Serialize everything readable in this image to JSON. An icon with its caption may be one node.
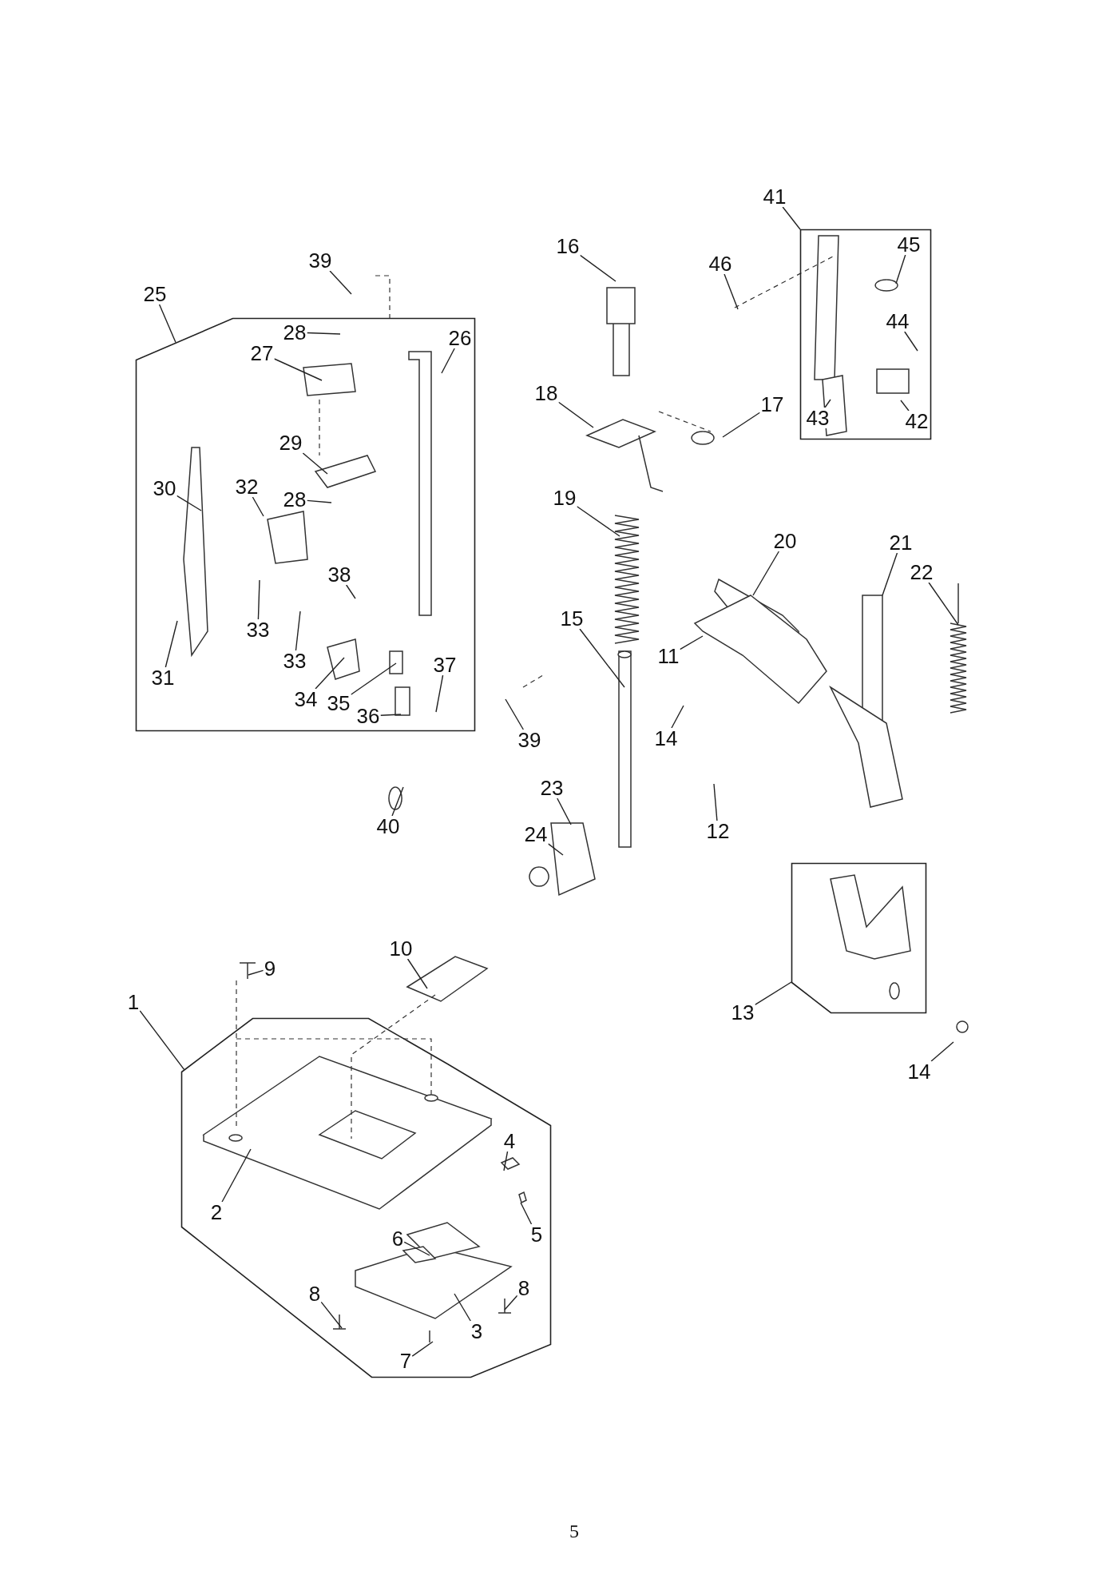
{
  "diagram": {
    "nodes": [
      {
        "text": [
          "41"
        ]
      },
      {
        "text": [
          "16"
        ]
      },
      {
        "text": [
          "39"
        ]
      },
      {
        "text": [
          "46"
        ]
      },
      {
        "text": [],
        "shape": "box"
      },
      {
        "text": [
          "45"
        ],
        "in": 4
      },
      {
        "text": [
          "44"
        ],
        "in": 4
      },
      {
        "text": [
          "43"
        ],
        "in": 4
      },
      {
        "text": [
          "42"
        ],
        "in": 4
      },
      {
        "text": [
          "25"
        ]
      },
      {
        "text": [],
        "shape": "box"
      },
      {
        "text": [
          "28"
        ],
        "in": 10
      },
      {
        "text": [
          "26"
        ],
        "in": 10
      },
      {
        "text": [
          "27"
        ],
        "in": 10
      },
      {
        "text": [
          "29"
        ],
        "in": 10
      },
      {
        "text": [
          "30"
        ],
        "in": 10
      },
      {
        "text": [
          "32"
        ],
        "in": 10
      },
      {
        "text": [
          "28"
        ],
        "in": 10
      },
      {
        "text": [
          "38"
        ],
        "in": 10
      },
      {
        "text": [
          "33"
        ],
        "in": 10
      },
      {
        "text": [
          "33"
        ],
        "in": 10
      },
      {
        "text": [
          "31"
        ],
        "in": 10
      },
      {
        "text": [
          "34"
        ],
        "in": 10
      },
      {
        "text": [
          "35"
        ],
        "in": 10
      },
      {
        "text": [
          "36"
        ],
        "in": 10
      },
      {
        "text": [
          "37"
        ],
        "in": 10
      },
      {
        "text": [
          "18"
        ]
      },
      {
        "text": [
          "17"
        ]
      },
      {
        "text": [
          "19"
        ]
      },
      {
        "text": [
          "20"
        ]
      },
      {
        "text": [
          "21"
        ]
      },
      {
        "text": [
          "22"
        ]
      },
      {
        "text": [
          "15"
        ]
      },
      {
        "text": [
          "11"
        ]
      },
      {
        "text": [
          "39"
        ]
      },
      {
        "text": [
          "14"
        ]
      },
      {
        "text": [
          "23"
        ]
      },
      {
        "text": [
          "12"
        ]
      },
      {
        "text": [
          "40"
        ]
      },
      {
        "text": [
          "24"
        ]
      },
      {
        "text": [
          "10"
        ]
      },
      {
        "text": [
          "9"
        ]
      },
      {
        "text": [
          "1"
        ]
      },
      {
        "text": [
          "13"
        ]
      },
      {
        "text": [],
        "shape": "box"
      },
      {
        "text": [
          "14"
        ]
      },
      {
        "text": [],
        "shape": "box"
      },
      {
        "text": [
          "4"
        ],
        "in": 46
      },
      {
        "text": [
          "2"
        ],
        "in": 46
      },
      {
        "text": [
          "5"
        ],
        "in": 46
      },
      {
        "text": [
          "6"
        ],
        "in": 46
      },
      {
        "text": [
          "8"
        ],
        "in": 46
      },
      {
        "text": [
          "8"
        ],
        "in": 46
      },
      {
        "text": [
          "3"
        ],
        "in": 46
      },
      {
        "text": [
          "7"
        ],
        "in": 46
      }
    ],
    "edges": [
      {
        "from": 0,
        "to": 4,
        "arrow": "none"
      },
      {
        "from": 1,
        "to": null,
        "arrow": "none"
      },
      {
        "from": 2,
        "to": null,
        "arrow": "none"
      },
      {
        "from": 3,
        "to": null,
        "arrow": "none"
      },
      {
        "from": 5,
        "to": null,
        "arrow": "none"
      },
      {
        "from": 6,
        "to": null,
        "arrow": "none"
      },
      {
        "from": 7,
        "to": null,
        "arrow": "none"
      },
      {
        "from": 8,
        "to": null,
        "arrow": "none"
      },
      {
        "from": 9,
        "to": 10,
        "arrow": "none"
      },
      {
        "from": 11,
        "to": null,
        "arrow": "none"
      },
      {
        "from": 12,
        "to": null,
        "arrow": "none"
      },
      {
        "from": 13,
        "to": null,
        "arrow": "none"
      },
      {
        "from": 14,
        "to": null,
        "arrow": "none"
      },
      {
        "from": 15,
        "to": null,
        "arrow": "none"
      },
      {
        "from": 16,
        "to": null,
        "arrow": "none"
      },
      {
        "from": 17,
        "to": null,
        "arrow": "none"
      },
      {
        "from": 18,
        "to": null,
        "arrow": "none"
      },
      {
        "from": 19,
        "to": null,
        "arrow": "none"
      },
      {
        "from": 20,
        "to": null,
        "arrow": "none"
      },
      {
        "from": 21,
        "to": null,
        "arrow": "none"
      },
      {
        "from": 22,
        "to": null,
        "arrow": "none"
      },
      {
        "from": 23,
        "to": null,
        "arrow": "none"
      },
      {
        "from": 24,
        "to": null,
        "arrow": "none"
      },
      {
        "from": 25,
        "to": null,
        "arrow": "none"
      },
      {
        "from": 26,
        "to": null,
        "arrow": "none"
      },
      {
        "from": 27,
        "to": null,
        "arrow": "none"
      },
      {
        "from": 28,
        "to": null,
        "arrow": "none"
      },
      {
        "from": 29,
        "to": null,
        "arrow": "none"
      },
      {
        "from": 30,
        "to": null,
        "arrow": "none"
      },
      {
        "from": 31,
        "to": null,
        "arrow": "none"
      },
      {
        "from": 32,
        "to": null,
        "arrow": "none"
      },
      {
        "from": 33,
        "to": null,
        "arrow": "none"
      },
      {
        "from": 34,
        "to": null,
        "arrow": "none"
      },
      {
        "from": 35,
        "to": null,
        "arrow": "none"
      },
      {
        "from": 36,
        "to": null,
        "arrow": "none"
      },
      {
        "from": 37,
        "to": null,
        "arrow": "none"
      },
      {
        "from": 38,
        "to": null,
        "arrow": "none"
      },
      {
        "from": 39,
        "to": null,
        "arrow": "none"
      },
      {
        "from": 40,
        "to": null,
        "arrow": "none"
      },
      {
        "from": 41,
        "to": null,
        "arrow": "none"
      },
      {
        "from": 42,
        "to": 46,
        "arrow": "none"
      },
      {
        "from": 43,
        "to": 44,
        "arrow": "none"
      },
      {
        "from": 45,
        "to": null,
        "arrow": "none"
      },
      {
        "from": 47,
        "to": null,
        "arrow": "none"
      },
      {
        "from": 48,
        "to": null,
        "arrow": "none"
      },
      {
        "from": 49,
        "to": null,
        "arrow": "none"
      },
      {
        "from": 50,
        "to": null,
        "arrow": "none"
      },
      {
        "from": 51,
        "to": null,
        "arrow": "none"
      },
      {
        "from": 52,
        "to": null,
        "arrow": "none"
      },
      {
        "from": 53,
        "to": null,
        "arrow": "none"
      },
      {
        "from": 54,
        "to": null,
        "arrow": "none"
      }
    ],
    "labels": [
      "5"
    ]
  }
}
